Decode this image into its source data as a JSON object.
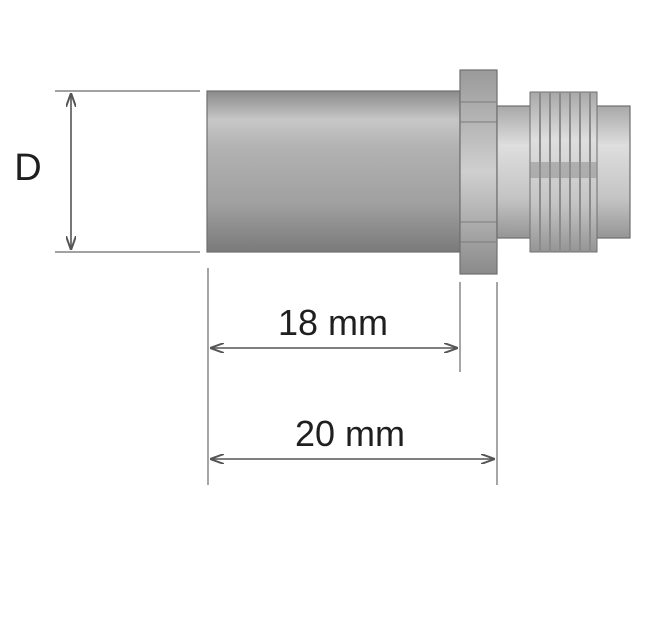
{
  "diagram": {
    "diameter_label": "D",
    "dimension_inner_label": "18 mm",
    "dimension_outer_label": "20 mm"
  },
  "colors": {
    "line": "#6a6a6a",
    "text": "#1f1f1f",
    "metal_dark": "#7d7d7d",
    "metal_mid": "#b4b4b4",
    "metal_light": "#d9d9d9"
  }
}
